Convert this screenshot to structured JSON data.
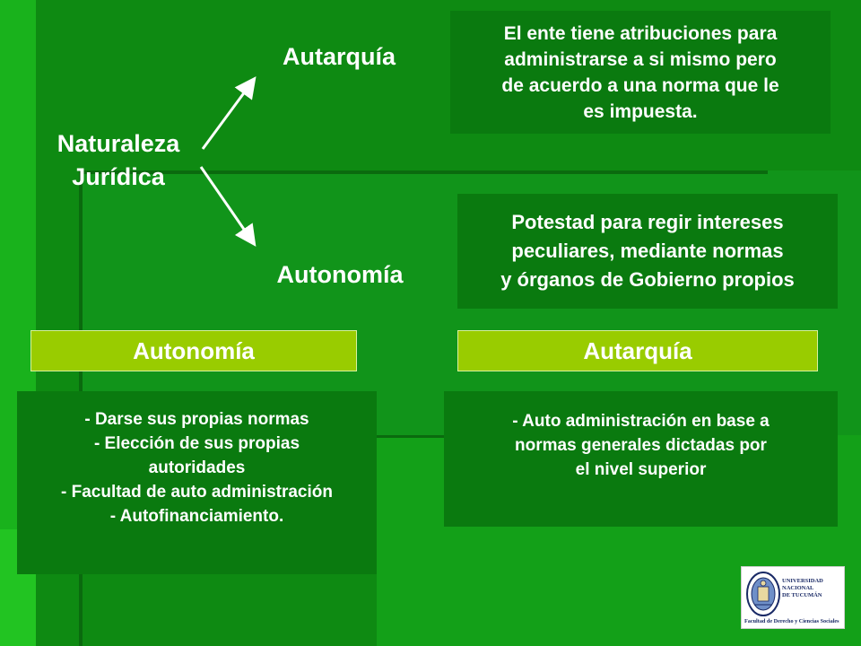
{
  "diagram": {
    "root": {
      "line1": "Naturaleza",
      "line2": "Jurídica"
    },
    "branches": [
      {
        "label": "Autarquía",
        "description": [
          "El ente tiene atribuciones para",
          "administrarse a si mismo pero",
          "de acuerdo a una norma que le",
          "es impuesta."
        ]
      },
      {
        "label": "Autonomía",
        "description": [
          "Potestad para regir intereses",
          "peculiares, mediante normas",
          "y órganos de Gobierno propios"
        ]
      }
    ]
  },
  "comparison": {
    "left": {
      "header": "Autonomía",
      "items": [
        "- Darse sus propias normas",
        "- Elección de sus propias",
        "autoridades",
        "- Facultad de auto administración",
        "- Autofinanciamiento."
      ]
    },
    "right": {
      "header": "Autarquía",
      "items": [
        "- Auto administración en base a",
        "normas generales dictadas por",
        "el nivel superior"
      ]
    }
  },
  "logo": {
    "lines": [
      "UNIVERSIDAD",
      "NACIONAL",
      "DE TUCUMÁN"
    ],
    "footer": "Facultad de Derecho y Ciencias Sociales"
  },
  "colors": {
    "background": "#0e8a12",
    "box": "#0a7a0f",
    "header_bar": "#99cc00",
    "text": "#ffffff"
  }
}
